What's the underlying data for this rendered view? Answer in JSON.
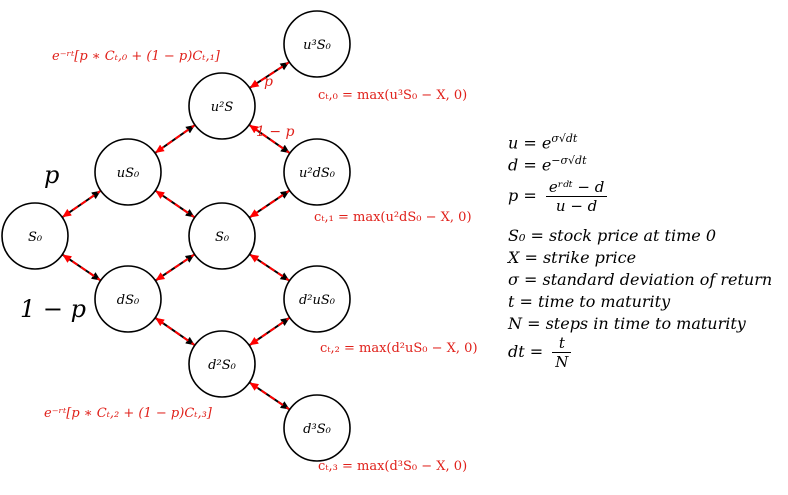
{
  "nodes": [
    {
      "id": "s0",
      "label": "S₀"
    },
    {
      "id": "us0",
      "label": "uS₀"
    },
    {
      "id": "ds0",
      "label": "dS₀"
    },
    {
      "id": "u2s",
      "label": "u²S"
    },
    {
      "id": "s0m",
      "label": "S₀"
    },
    {
      "id": "d2s0",
      "label": "d²S₀"
    },
    {
      "id": "u3s0",
      "label": "u³S₀"
    },
    {
      "id": "u2ds0",
      "label": "u²dS₀"
    },
    {
      "id": "d2us0",
      "label": "d²uS₀"
    },
    {
      "id": "d3s0",
      "label": "d³S₀"
    }
  ],
  "probabilities": {
    "up_main": "p",
    "down_main": "1 − p",
    "up_small": "p",
    "down_small": "1 − p"
  },
  "annotations": {
    "top_discount": "e⁻ʳᵗ[p ∗ Cₜ,₀ + (1 − p)Cₜ,₁]",
    "bottom_discount": "e⁻ʳᵗ[p ∗ Cₜ,₂ + (1 − p)Cₜ,₃]",
    "payoff_0": "cₜ,₀ = max(u³S₀ − X, 0)",
    "payoff_1": "cₜ,₁ = max(u²dS₀ − X, 0)",
    "payoff_2": "cₜ,₂ = max(d²uS₀ − X, 0)",
    "payoff_3": "cₜ,₃ = max(d³S₀ − X, 0)"
  },
  "definitions": {
    "u": "u = e^(σ√dt)",
    "u_lhs": "u = e",
    "u_exp": "σ√dt",
    "d_lhs": "d = e",
    "d_exp": "−σ√dt",
    "p_lhs": "p =",
    "p_num": "eʳᵈᵗ − d",
    "p_den": "u − d",
    "s0_def": "S₀ = stock price at time 0",
    "x_def": "X = strike price",
    "sigma_def": "σ = standard deviation of return",
    "t_def": "t = time to maturity",
    "n_def": "N = steps in time to maturity",
    "dt_lhs": "dt =",
    "dt_num": "t",
    "dt_den": "N"
  },
  "colors": {
    "forward_arrow": "#000000",
    "backward_arrow": "#ff0000",
    "annotation_text": "#e0201a"
  }
}
